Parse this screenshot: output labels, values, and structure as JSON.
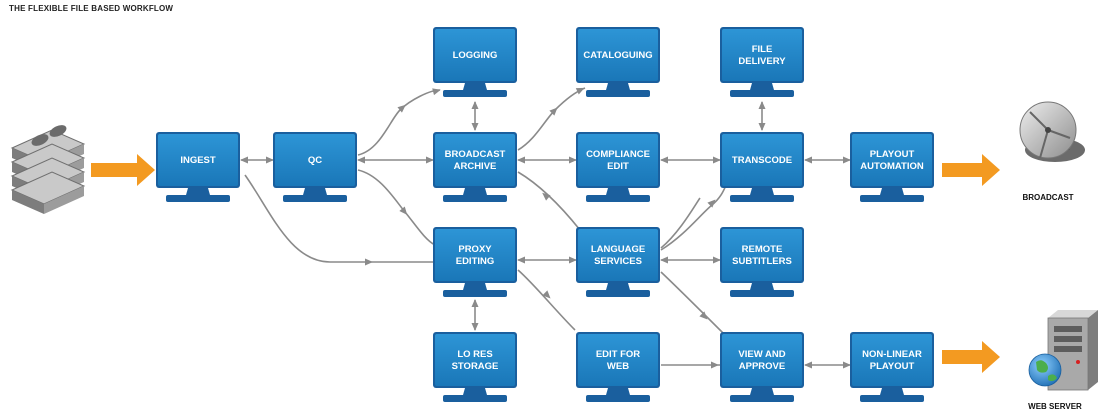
{
  "title": "THE FLEXIBLE FILE BASED WORKFLOW",
  "colors": {
    "monitor_screen": "#1e86c8",
    "monitor_frame": "#1a5f9e",
    "connector": "#8a8a8a",
    "arrow_orange": "#f39a21"
  },
  "nodes": [
    {
      "id": "ingest",
      "lines": [
        "INGEST"
      ]
    },
    {
      "id": "qc",
      "lines": [
        "QC"
      ]
    },
    {
      "id": "logging",
      "lines": [
        "LOGGING"
      ]
    },
    {
      "id": "broadcast-archive",
      "lines": [
        "BROADCAST",
        "ARCHIVE"
      ]
    },
    {
      "id": "proxy-editing",
      "lines": [
        "PROXY",
        "EDITING"
      ]
    },
    {
      "id": "lo-res-storage",
      "lines": [
        "LO RES",
        "STORAGE"
      ]
    },
    {
      "id": "cataloguing",
      "lines": [
        "CATALOGUING"
      ]
    },
    {
      "id": "compliance-edit",
      "lines": [
        "COMPLIANCE",
        "EDIT"
      ]
    },
    {
      "id": "language-services",
      "lines": [
        "LANGUAGE",
        "SERVICES"
      ]
    },
    {
      "id": "edit-for-web",
      "lines": [
        "EDIT FOR",
        "WEB"
      ]
    },
    {
      "id": "file-delivery",
      "lines": [
        "FILE",
        "DELIVERY"
      ]
    },
    {
      "id": "transcode",
      "lines": [
        "TRANSCODE"
      ]
    },
    {
      "id": "remote-subtitlers",
      "lines": [
        "REMOTE",
        "SUBTITLERS"
      ]
    },
    {
      "id": "view-and-approve",
      "lines": [
        "VIEW AND",
        "APPROVE"
      ]
    },
    {
      "id": "playout-automation",
      "lines": [
        "PLAYOUT",
        "AUTOMATION"
      ]
    },
    {
      "id": "non-linear-playout",
      "lines": [
        "NON-LINEAR",
        "PLAYOUT"
      ]
    }
  ],
  "source": {
    "icon": "tape-stack-icon"
  },
  "outputs": [
    {
      "id": "broadcast",
      "label": "BROADCAST",
      "icon": "satellite-dish-icon"
    },
    {
      "id": "web-server",
      "label": "WEB SERVER",
      "icon": "web-server-icon"
    }
  ]
}
